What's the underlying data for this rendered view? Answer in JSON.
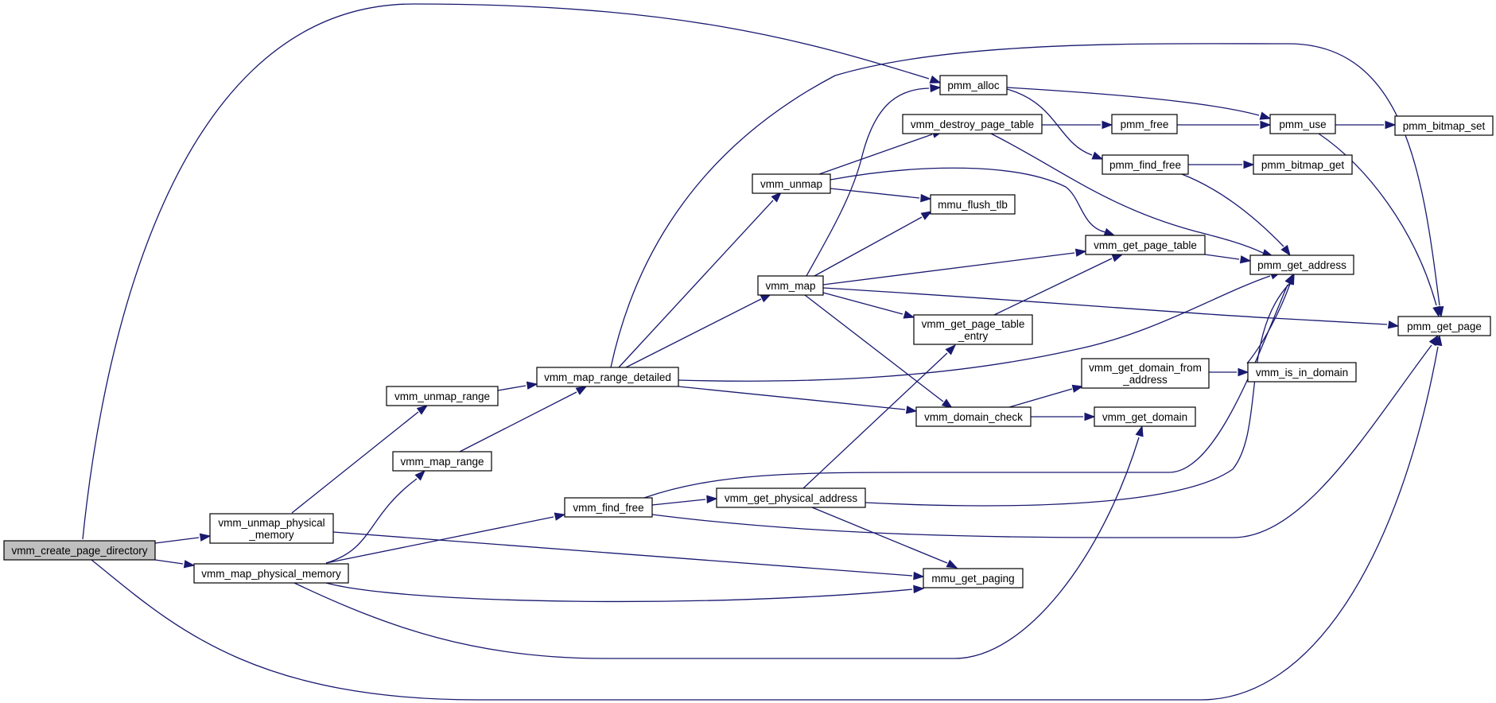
{
  "graph": {
    "title": "",
    "edge_color": "#191970",
    "root_fill": "#bfbfbf",
    "nodes": {
      "vmm_create_page_directory": [
        "vmm_create_page_directory"
      ],
      "vmm_unmap_physical_memory": [
        "vmm_unmap_physical",
        "_memory"
      ],
      "vmm_map_physical_memory": [
        "vmm_map_physical_memory"
      ],
      "vmm_unmap_range": [
        "vmm_unmap_range"
      ],
      "vmm_map_range": [
        "vmm_map_range"
      ],
      "vmm_map_range_detailed": [
        "vmm_map_range_detailed"
      ],
      "vmm_find_free": [
        "vmm_find_free"
      ],
      "vmm_get_physical_address": [
        "vmm_get_physical_address"
      ],
      "vmm_unmap": [
        "vmm_unmap"
      ],
      "vmm_map": [
        "vmm_map"
      ],
      "pmm_alloc": [
        "pmm_alloc"
      ],
      "vmm_destroy_page_table": [
        "vmm_destroy_page_table"
      ],
      "mmu_flush_tlb": [
        "mmu_flush_tlb"
      ],
      "vmm_get_page_table_entry": [
        "vmm_get_page_table",
        "_entry"
      ],
      "vmm_domain_check": [
        "vmm_domain_check"
      ],
      "mmu_get_paging": [
        "mmu_get_paging"
      ],
      "pmm_free": [
        "pmm_free"
      ],
      "pmm_find_free": [
        "pmm_find_free"
      ],
      "vmm_get_page_table": [
        "vmm_get_page_table"
      ],
      "vmm_get_domain_from_address": [
        "vmm_get_domain_from",
        "_address"
      ],
      "vmm_get_domain": [
        "vmm_get_domain"
      ],
      "pmm_use": [
        "pmm_use"
      ],
      "pmm_bitmap_get": [
        "pmm_bitmap_get"
      ],
      "pmm_get_address": [
        "pmm_get_address"
      ],
      "vmm_is_in_domain": [
        "vmm_is_in_domain"
      ],
      "pmm_bitmap_set": [
        "pmm_bitmap_set"
      ],
      "pmm_get_page": [
        "pmm_get_page"
      ]
    },
    "root": "vmm_create_page_directory",
    "edges": [
      [
        "vmm_create_page_directory",
        "pmm_alloc"
      ],
      [
        "vmm_create_page_directory",
        "vmm_unmap_physical_memory"
      ],
      [
        "vmm_create_page_directory",
        "vmm_map_physical_memory"
      ],
      [
        "vmm_create_page_directory",
        "pmm_get_page"
      ],
      [
        "vmm_unmap_physical_memory",
        "vmm_unmap_range"
      ],
      [
        "vmm_unmap_physical_memory",
        "mmu_get_paging"
      ],
      [
        "vmm_map_physical_memory",
        "vmm_map_range"
      ],
      [
        "vmm_map_physical_memory",
        "vmm_find_free"
      ],
      [
        "vmm_map_physical_memory",
        "mmu_get_paging"
      ],
      [
        "vmm_map_physical_memory",
        "vmm_get_domain"
      ],
      [
        "vmm_unmap_range",
        "vmm_map_range_detailed"
      ],
      [
        "vmm_map_range",
        "vmm_map_range_detailed"
      ],
      [
        "vmm_map_range_detailed",
        "pmm_get_page"
      ],
      [
        "vmm_map_range_detailed",
        "vmm_unmap"
      ],
      [
        "vmm_map_range_detailed",
        "vmm_map"
      ],
      [
        "vmm_map_range_detailed",
        "pmm_get_address"
      ],
      [
        "vmm_map_range_detailed",
        "vmm_domain_check"
      ],
      [
        "vmm_find_free",
        "vmm_get_physical_address"
      ],
      [
        "vmm_find_free",
        "pmm_get_address"
      ],
      [
        "vmm_find_free",
        "pmm_get_page"
      ],
      [
        "vmm_get_physical_address",
        "vmm_get_page_table_entry"
      ],
      [
        "vmm_get_physical_address",
        "pmm_get_address"
      ],
      [
        "vmm_get_physical_address",
        "mmu_get_paging"
      ],
      [
        "vmm_unmap",
        "vmm_destroy_page_table"
      ],
      [
        "vmm_unmap",
        "mmu_flush_tlb"
      ],
      [
        "vmm_unmap",
        "vmm_get_page_table"
      ],
      [
        "vmm_map",
        "pmm_alloc"
      ],
      [
        "vmm_map",
        "mmu_flush_tlb"
      ],
      [
        "vmm_map",
        "vmm_get_page_table"
      ],
      [
        "vmm_map",
        "vmm_get_page_table_entry"
      ],
      [
        "vmm_map",
        "vmm_domain_check"
      ],
      [
        "vmm_map",
        "pmm_get_page"
      ],
      [
        "pmm_alloc",
        "pmm_use"
      ],
      [
        "pmm_alloc",
        "pmm_find_free"
      ],
      [
        "vmm_destroy_page_table",
        "pmm_free"
      ],
      [
        "vmm_destroy_page_table",
        "pmm_get_address"
      ],
      [
        "pmm_free",
        "pmm_use"
      ],
      [
        "pmm_find_free",
        "pmm_bitmap_get"
      ],
      [
        "pmm_find_free",
        "pmm_get_address"
      ],
      [
        "vmm_get_page_table_entry",
        "vmm_get_page_table"
      ],
      [
        "vmm_get_page_table",
        "pmm_get_address"
      ],
      [
        "vmm_domain_check",
        "vmm_get_domain_from_address"
      ],
      [
        "vmm_domain_check",
        "vmm_get_domain"
      ],
      [
        "vmm_get_domain_from_address",
        "vmm_is_in_domain"
      ],
      [
        "vmm_is_in_domain",
        "pmm_get_address"
      ],
      [
        "pmm_use",
        "pmm_bitmap_set"
      ],
      [
        "pmm_use",
        "pmm_get_page"
      ]
    ]
  }
}
